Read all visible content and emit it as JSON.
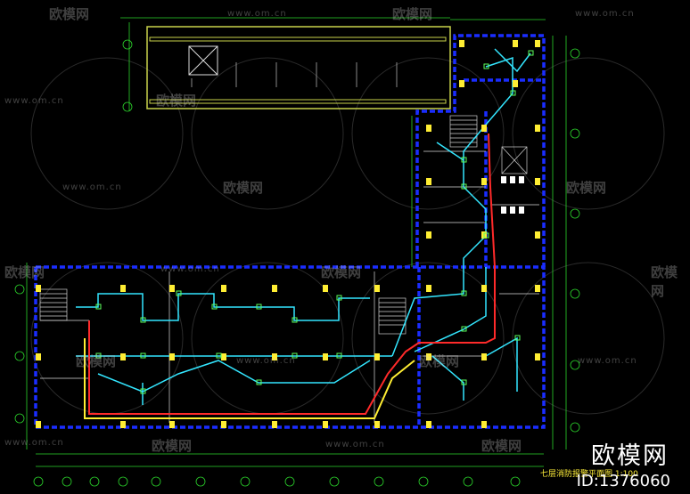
{
  "drawing": {
    "title": "七层消防报警平面图",
    "title_suffix": "1:100"
  },
  "brand": {
    "name": "欧模网",
    "id": "ID:1376060"
  },
  "watermarks": {
    "site": "www.om.cn",
    "logo": "欧模网"
  },
  "colors": {
    "background": "#000000",
    "wall": "#1a2dff",
    "column": "#ffee33",
    "wiring": "#33e6ff",
    "fire_line": "#ff2a2a",
    "dimension": "#2bd32b",
    "title": "#ffef3a"
  }
}
